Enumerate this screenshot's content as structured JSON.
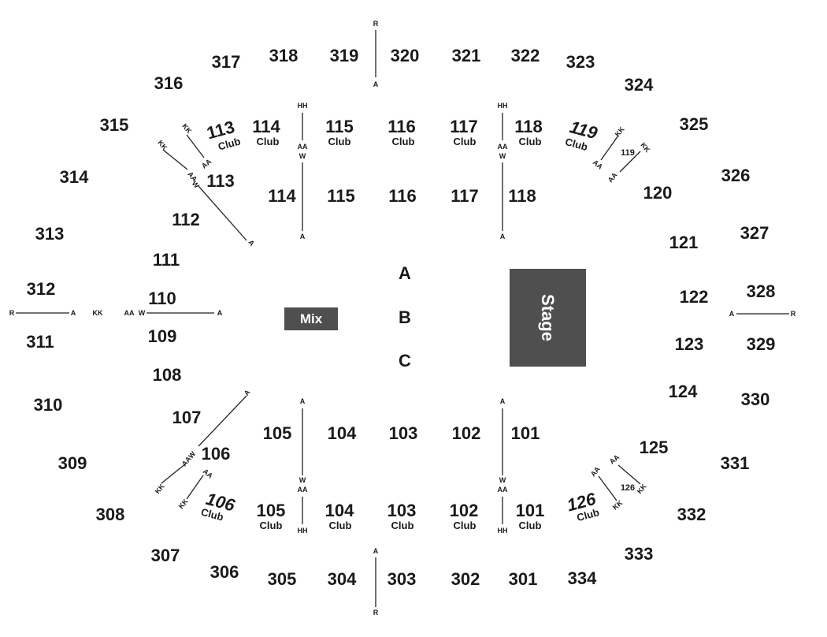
{
  "colors": {
    "stage": "#4f4f4f",
    "mix": "#4f4f4f",
    "text": "#1a1a1a",
    "box_text": "#ffffff"
  },
  "stage_label": "Stage",
  "mix_label": "Mix",
  "floor_rows": {
    "a": "A",
    "b": "B",
    "c": "C"
  },
  "club_word": "Club",
  "upper": [
    "301",
    "302",
    "303",
    "304",
    "305",
    "306",
    "307",
    "308",
    "309",
    "310",
    "311",
    "312",
    "313",
    "314",
    "315",
    "316",
    "317",
    "318",
    "319",
    "320",
    "321",
    "322",
    "323",
    "324",
    "325",
    "326",
    "327",
    "328",
    "329",
    "330",
    "331",
    "332",
    "333",
    "334"
  ],
  "lower": [
    "101",
    "102",
    "103",
    "104",
    "105",
    "106",
    "107",
    "108",
    "109",
    "110",
    "111",
    "112",
    "113",
    "114",
    "115",
    "116",
    "117",
    "118",
    "119",
    "120",
    "121",
    "122",
    "123",
    "124",
    "125",
    "126"
  ],
  "clubs": [
    "101",
    "102",
    "103",
    "104",
    "105",
    "106",
    "113",
    "114",
    "115",
    "116",
    "117",
    "118",
    "119",
    "126"
  ],
  "small_labels": [
    "119",
    "126"
  ],
  "row_marks": {
    "r": "R",
    "a": "A",
    "aa": "AA",
    "w": "W",
    "kk": "KK",
    "hh": "HH"
  }
}
